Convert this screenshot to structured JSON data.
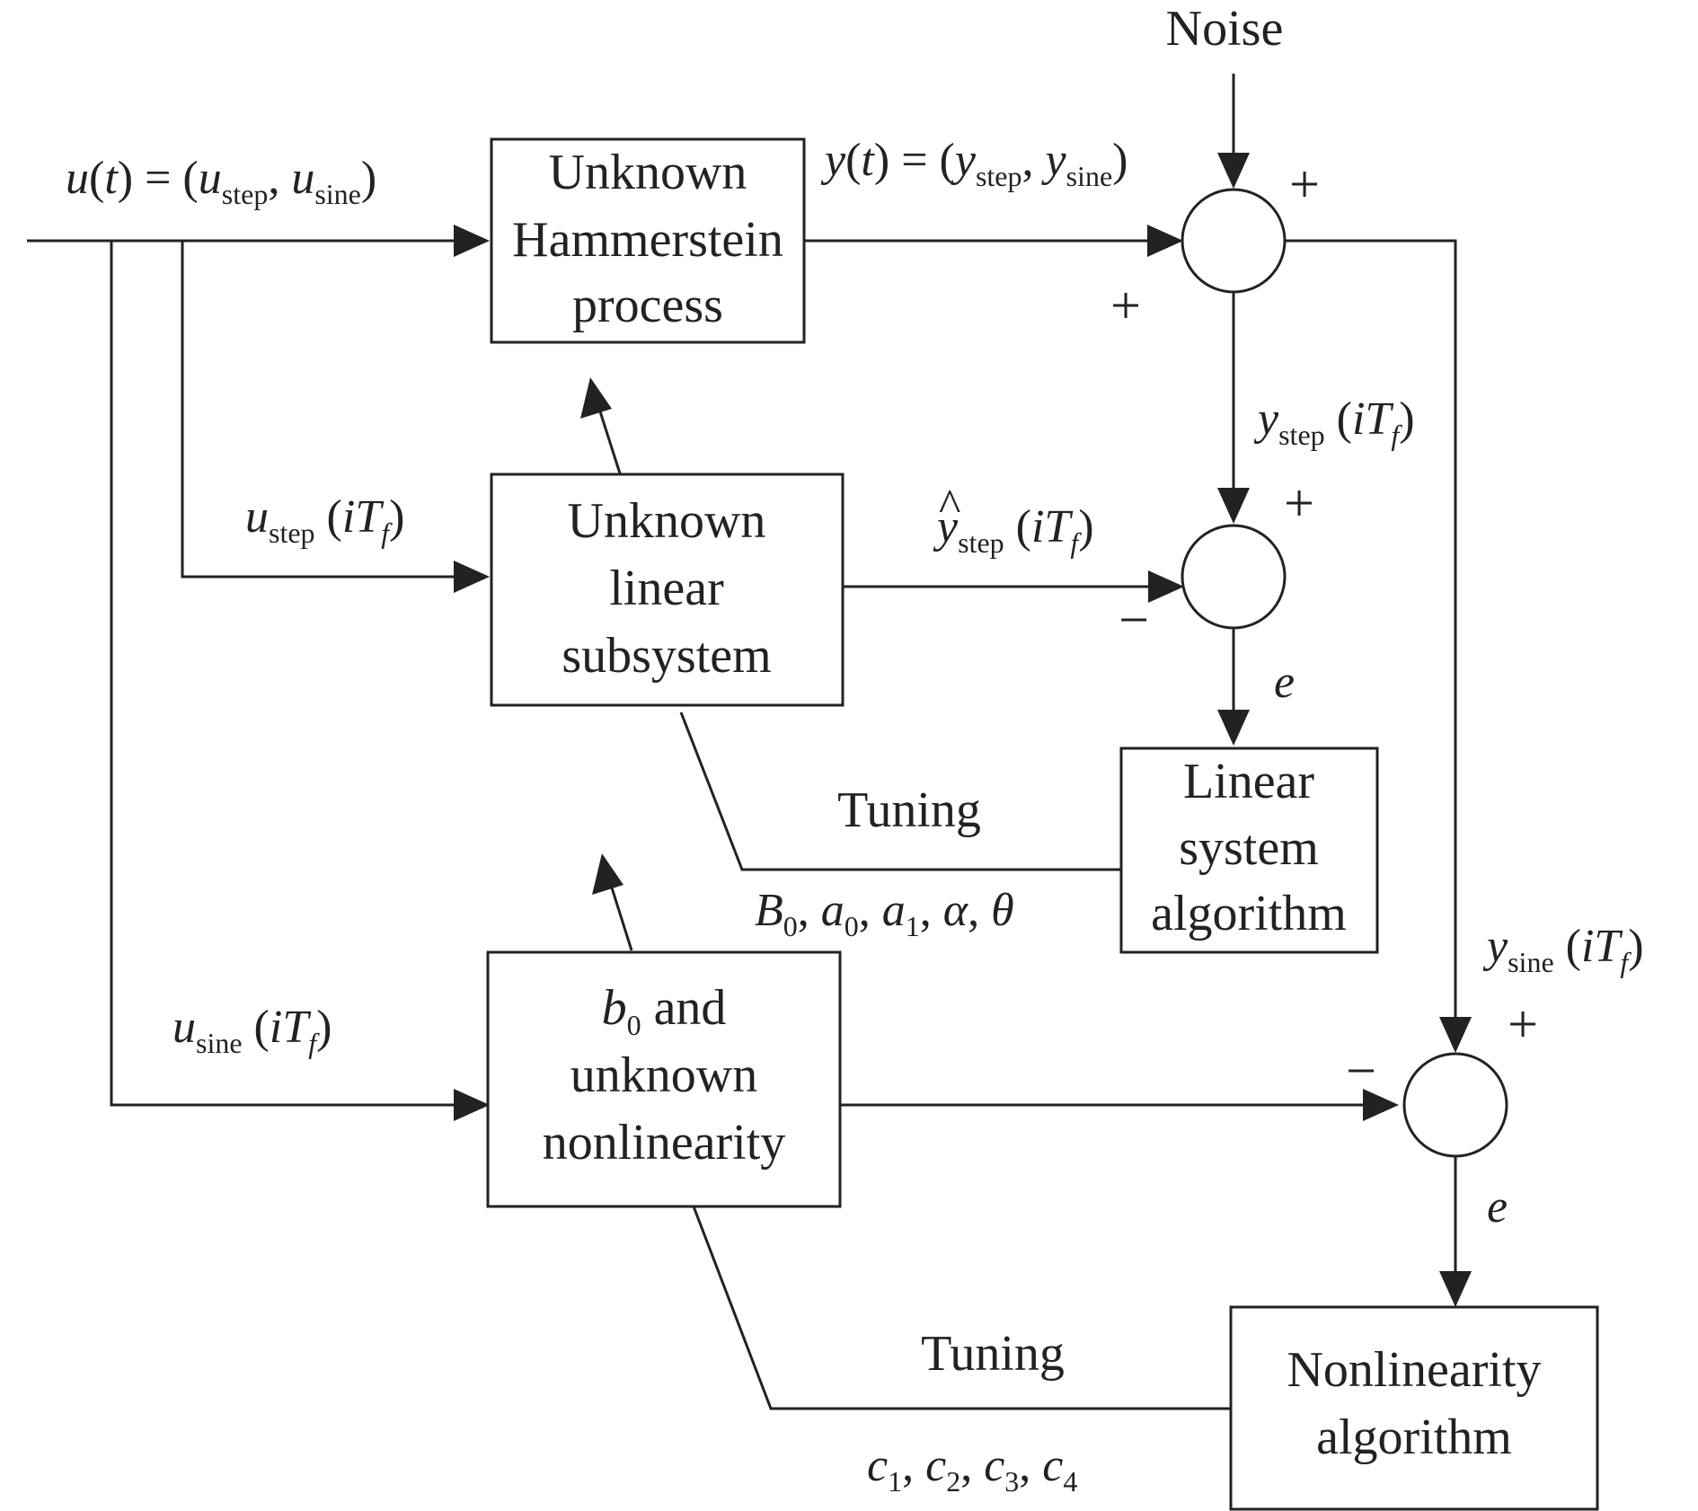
{
  "blocks": {
    "hammerstein": [
      "Unknown",
      "Hammerstein",
      "process"
    ],
    "linear": [
      "Unknown",
      "linear",
      "subsystem"
    ],
    "nonlinear_top_suffix": " and",
    "nonlinear": [
      "unknown",
      "nonlinearity"
    ],
    "linear_alg": [
      "Linear",
      "system",
      "algorithm"
    ],
    "nonlin_alg": [
      "Nonlinearity",
      "algorithm"
    ]
  },
  "labels": {
    "noise": "Noise",
    "tuning": "Tuning",
    "e": "e",
    "plus": "+",
    "minus": "−"
  },
  "symbols": {
    "u": "u",
    "y": "y",
    "t": "t",
    "i": "i",
    "T": "T",
    "f": "f",
    "step": "step",
    "sine": "sine",
    "b": "b",
    "zero": "0",
    "B": "B",
    "a": "a",
    "one": "1",
    "alpha": "α",
    "theta": "θ",
    "c": "c",
    "two": "2",
    "three": "3",
    "four": "4",
    "hat": "^",
    "open_paren": "(",
    "close_paren": ")",
    "equals": " = (",
    "comma": ", "
  }
}
